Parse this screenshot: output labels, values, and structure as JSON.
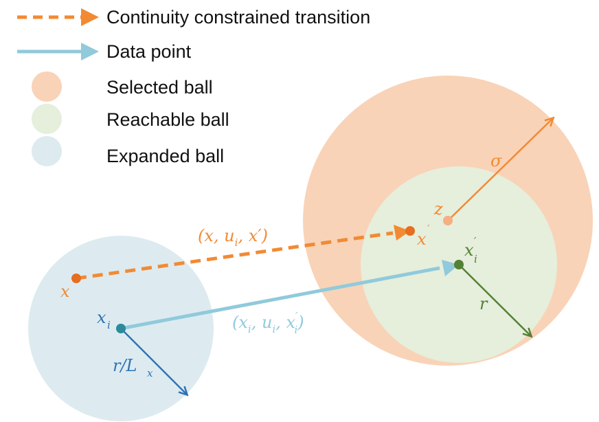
{
  "colors": {
    "orange": "#F28A33",
    "orange_dark": "#E66E1E",
    "selected_fill": "#F9D3B7",
    "reachable_fill": "#E6EEDC",
    "expanded_fill": "#DDEBF0",
    "blue_light": "#90CADB",
    "blue_dark": "#2F74B5",
    "teal": "#2B8A9C",
    "green": "#538135",
    "z_point": "#F5AF80"
  },
  "legend": {
    "transition_label": "Continuity constrained transition",
    "datapoint_label": "Data point",
    "selected_label": "Selected ball",
    "reachable_label": "Reachable ball",
    "expanded_label": "Expanded ball"
  },
  "labels": {
    "x": "x",
    "x_prime_base": "x",
    "prime": "′",
    "z": "z",
    "sigma": "σ",
    "r": "r",
    "x_i_base": "x",
    "i": "i",
    "r_over_L": "r/L",
    "L_sub": "x",
    "tuple_transition": "(x, u, x′)",
    "tuple_transition_parts": {
      "open": "(x, u",
      "sub": "i",
      "close": ", x′)"
    },
    "tuple_data_parts": {
      "open": "(x",
      "sub1": "i",
      "mid": ", u",
      "sub2": "i",
      "mid2": ", x",
      "prime": "′",
      "sub3": "i",
      "close": ")"
    }
  }
}
